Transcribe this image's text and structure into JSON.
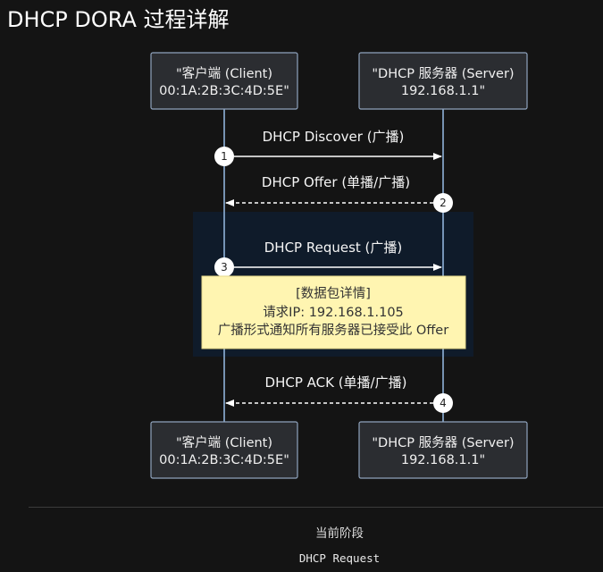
{
  "title": "DHCP DORA 过程详解",
  "participants": {
    "client": {
      "line1": "\"客户端 (Client)",
      "line2": "00:1A:2B:3C:4D:5E\""
    },
    "server": {
      "line1": "\"DHCP 服务器 (Server)",
      "line2": "192.168.1.1\""
    }
  },
  "messages": [
    {
      "step": "1",
      "label": "DHCP Discover (广播)",
      "direction": "client-to-server",
      "style": "solid"
    },
    {
      "step": "2",
      "label": "DHCP Offer (单播/广播)",
      "direction": "server-to-client",
      "style": "dashed"
    },
    {
      "step": "3",
      "label": "DHCP Request (广播)",
      "direction": "client-to-server",
      "style": "solid"
    },
    {
      "step": "4",
      "label": "DHCP ACK (单播/广播)",
      "direction": "server-to-client",
      "style": "dashed"
    }
  ],
  "note": {
    "line1": "[数据包详情]",
    "line2": "请求IP: 192.168.1.105",
    "line3": "广播形式通知所有服务器已接受此 Offer"
  },
  "phase": {
    "label": "当前阶段",
    "value": "DHCP Request"
  },
  "colors": {
    "background": "#141414",
    "box_fill": "#2b2d31",
    "box_stroke": "#8fa3bd",
    "lifeline": "#8fb3d9",
    "highlight": "#0f1b2a",
    "note_fill": "#fff5b1"
  }
}
